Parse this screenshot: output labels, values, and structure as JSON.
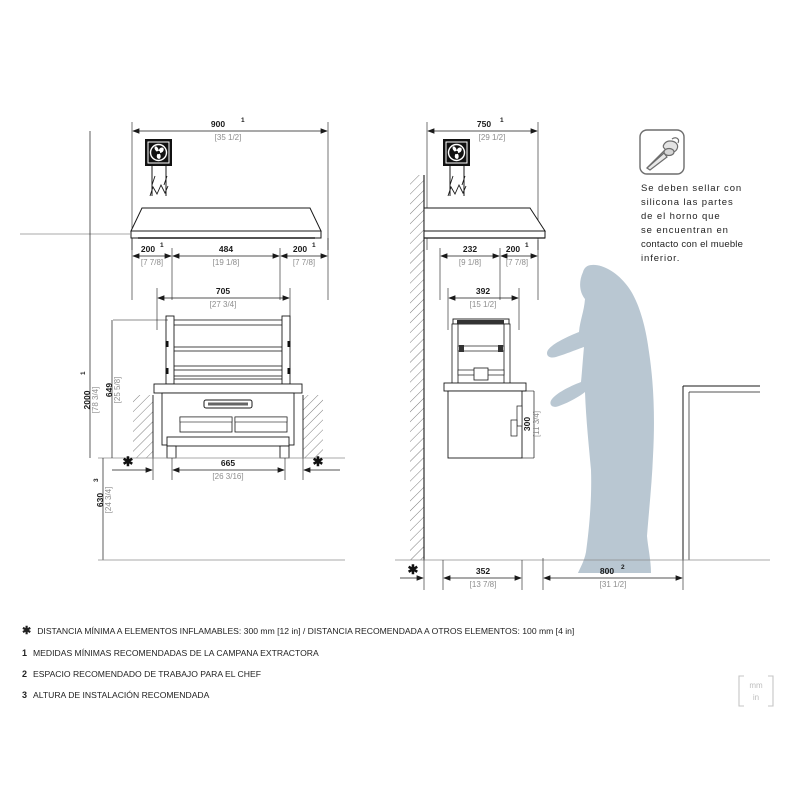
{
  "sheet": {
    "units_box": {
      "primary": "mm",
      "secondary": "in"
    }
  },
  "front_view": {
    "name": "front-elevation",
    "dims": {
      "overall_width": {
        "value": "900",
        "sup": "1",
        "alt": "[35 1/2]"
      },
      "left_gap": {
        "value": "200",
        "sup": "1",
        "alt": "[7 7/8]"
      },
      "center_span": {
        "value": "484",
        "sup": "",
        "alt": "[19 1/8]"
      },
      "right_gap": {
        "value": "200",
        "sup": "1",
        "alt": "[7 7/8]"
      },
      "unit_width": {
        "value": "705",
        "sup": "",
        "alt": "[27 3/4]"
      },
      "base_width": {
        "value": "665",
        "sup": "",
        "alt": "[26 3/16]"
      },
      "total_height": {
        "value": "2000",
        "sup": "1",
        "alt": "[78 3/4]"
      },
      "unit_height": {
        "value": "649",
        "sup": "",
        "alt": "[25 5/8]"
      },
      "install_height": {
        "value": "630",
        "sup": "3",
        "alt": "[24 3/4]"
      }
    },
    "markers": {
      "left_star": "✱",
      "right_star": "✱"
    },
    "extractor_icon": "fan-icon"
  },
  "side_view": {
    "name": "side-elevation",
    "dims": {
      "overall_depth": {
        "value": "750",
        "sup": "1",
        "alt": "[29 1/2]"
      },
      "front_gap": {
        "value": "232",
        "sup": "",
        "alt": "[9 1/8]"
      },
      "rear_gap": {
        "value": "200",
        "sup": "1",
        "alt": "[7 7/8]"
      },
      "unit_depth": {
        "value": "392",
        "sup": "",
        "alt": "[15 1/2]"
      },
      "cabinet_height": {
        "value": "300",
        "sup": "",
        "alt": "[11 3/4]"
      },
      "base_depth": {
        "value": "352",
        "sup": "",
        "alt": "[13 7/8]"
      },
      "work_space": {
        "value": "800",
        "sup": "2",
        "alt": "[31 1/2]"
      }
    },
    "markers": {
      "left_star": "✱"
    },
    "extractor_icon": "fan-icon",
    "chef_silhouette": "chef-silhouette"
  },
  "silicone_note": {
    "icon": "caulking-gun-icon",
    "lines": [
      "Se deben sellar con",
      "silicona las partes",
      "de el horno que",
      "se encuentran en",
      "contacto con el mueble",
      "inferior."
    ]
  },
  "legend": {
    "items": [
      {
        "marker": "✱",
        "text": "DISTANCIA MÍNIMA A ELEMENTOS INFLAMABLES: 300 mm [12 in] / DISTANCIA RECOMENDADA A OTROS ELEMENTOS: 100 mm [4 in]"
      },
      {
        "marker": "1",
        "text": "MEDIDAS MÍNIMAS RECOMENDADAS DE LA CAMPANA EXTRACTORA"
      },
      {
        "marker": "2",
        "text": "ESPACIO RECOMENDADO DE TRABAJO PARA EL CHEF"
      },
      {
        "marker": "3",
        "text": "ALTURA DE INSTALACIÓN RECOMENDADA"
      }
    ]
  },
  "colors": {
    "line": "#1a1a1a",
    "dim_alt": "#8d8d8d",
    "silhouette": "#b9c7d2",
    "note_text": "#9a9a9a",
    "legend_text": "#a8a8a8"
  }
}
